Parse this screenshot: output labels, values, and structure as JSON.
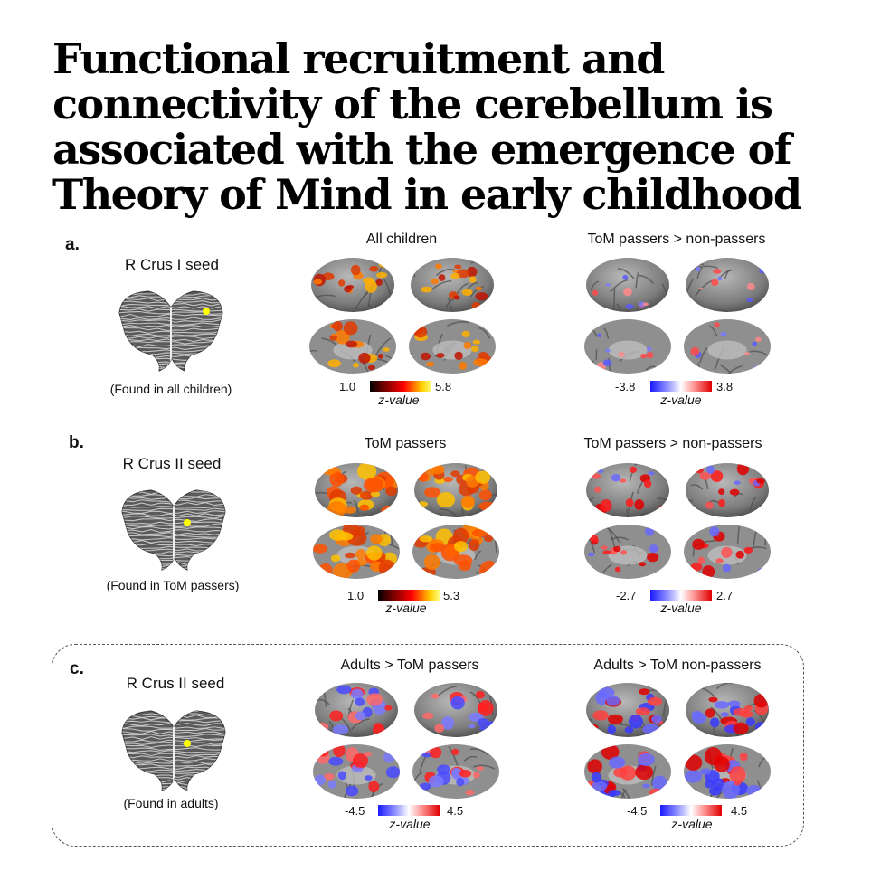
{
  "title": "Functional recruitment and connectivity of the cerebellum is associated with the emergence of Theory of Mind in early childhood",
  "colors": {
    "warm_scale": [
      "#000000",
      "#7a0000",
      "#ff0000",
      "#ffd000",
      "#ffff80"
    ],
    "diverging_scale": [
      "#1a1aff",
      "#ffffff",
      "#e00000"
    ],
    "seed_marker": "#ffff00"
  },
  "panels": [
    {
      "letter": "a.",
      "seed_label": "R Crus I seed",
      "seed_note": "(Found in all children)",
      "maps": [
        {
          "title": "All children",
          "colorbar": {
            "min": "1.0",
            "max": "5.8",
            "label": "z-value",
            "scale": "warm"
          }
        },
        {
          "title": "ToM passers > non-passers",
          "colorbar": {
            "min": "-3.8",
            "max": "3.8",
            "label": "z-value",
            "scale": "diverging"
          }
        }
      ]
    },
    {
      "letter": "b.",
      "seed_label": "R Crus II seed",
      "seed_note": "(Found in ToM passers)",
      "maps": [
        {
          "title": "ToM passers",
          "colorbar": {
            "min": "1.0",
            "max": "5.3",
            "label": "z-value",
            "scale": "warm"
          }
        },
        {
          "title": "ToM passers > non-passers",
          "colorbar": {
            "min": "-2.7",
            "max": "2.7",
            "label": "z-value",
            "scale": "diverging"
          }
        }
      ]
    },
    {
      "letter": "c.",
      "seed_label": "R Crus II seed",
      "seed_note": "(Found in adults)",
      "maps": [
        {
          "title": "Adults > ToM passers",
          "colorbar": {
            "min": "-4.5",
            "max": "4.5",
            "label": "z-value",
            "scale": "diverging"
          }
        },
        {
          "title": "Adults > ToM non-passers",
          "colorbar": {
            "min": "-4.5",
            "max": "4.5",
            "label": "z-value",
            "scale": "diverging"
          }
        }
      ]
    }
  ]
}
